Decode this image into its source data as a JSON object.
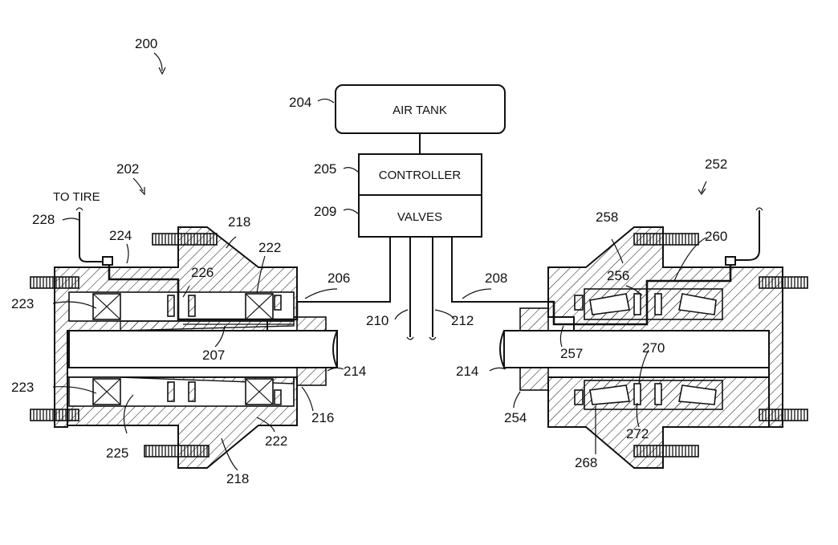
{
  "figure_number": "200",
  "components": {
    "air_tank": "AIR TANK",
    "controller": "CONTROLLER",
    "valves": "VALVES",
    "to_tire": "TO TIRE"
  },
  "refs": {
    "r200": "200",
    "r202": "202",
    "r204": "204",
    "r205": "205",
    "r206": "206",
    "r207": "207",
    "r208": "208",
    "r209": "209",
    "r210": "210",
    "r212": "212",
    "r214a": "214",
    "r214b": "214",
    "r216": "216",
    "r218a": "218",
    "r218b": "218",
    "r222a": "222",
    "r222b": "222",
    "r223a": "223",
    "r223b": "223",
    "r224": "224",
    "r225": "225",
    "r226": "226",
    "r228": "228",
    "r252": "252",
    "r254": "254",
    "r256": "256",
    "r257": "257",
    "r258": "258",
    "r260": "260",
    "r268": "268",
    "r270": "270",
    "r272": "272"
  },
  "colors": {
    "line": "#111111",
    "background": "#ffffff"
  }
}
